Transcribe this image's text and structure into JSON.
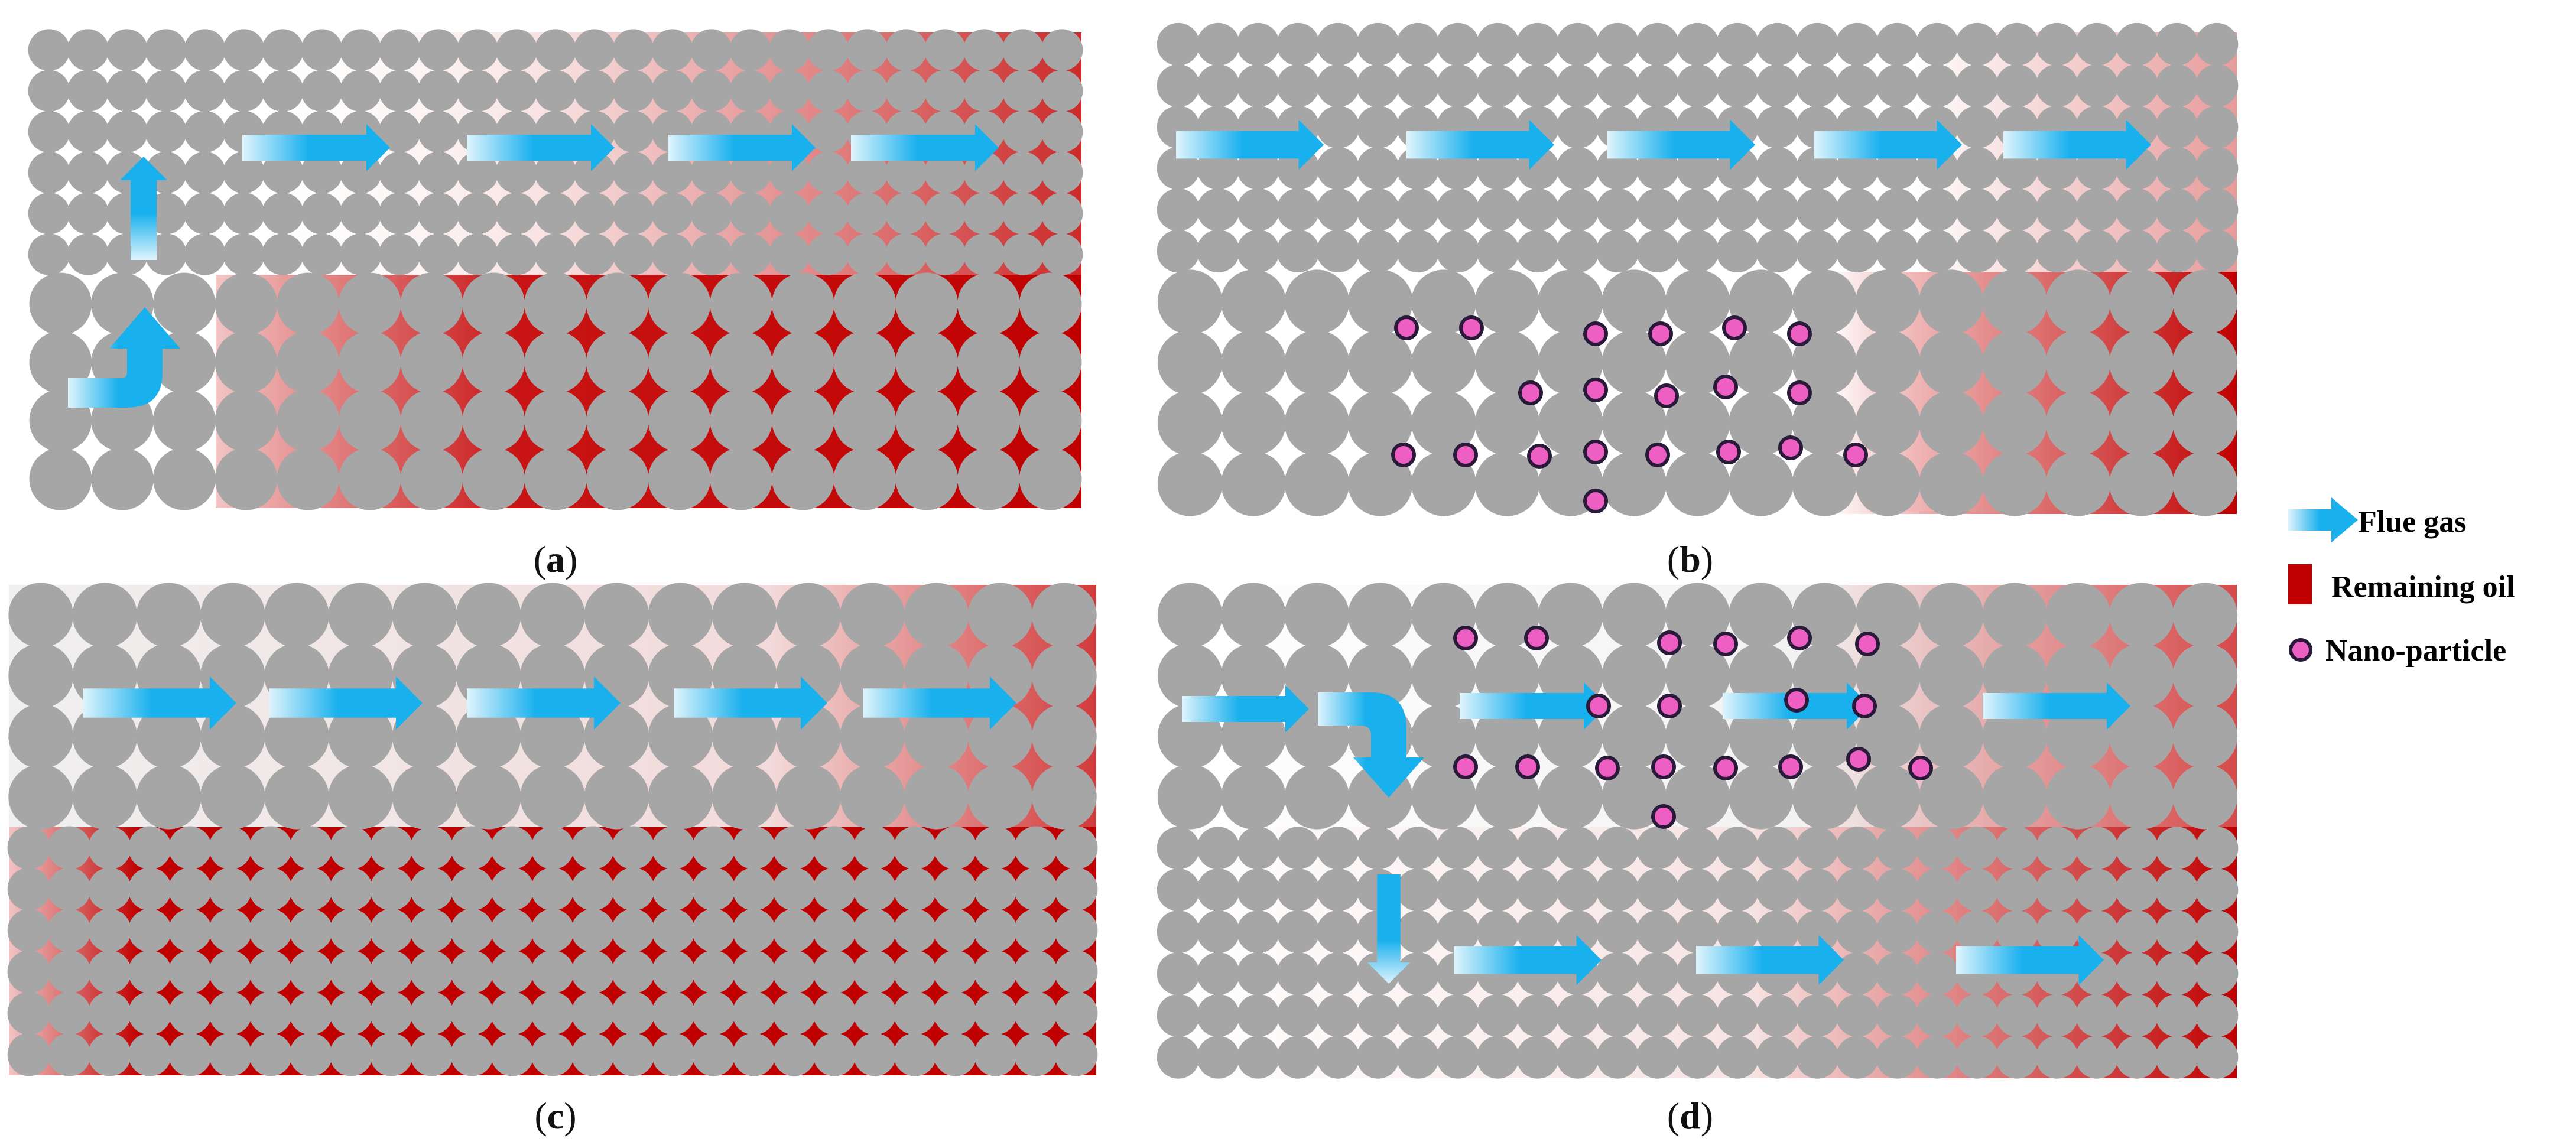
{
  "colors": {
    "grain": "#a6a6a6",
    "oil": "#c00000",
    "flue_gas": "#19b0ee",
    "flue_gas_light": "#dff4fc",
    "nano_fill": "#ee5fc4",
    "nano_stroke": "#2a1a3a",
    "background": "#ffffff",
    "pore_light": "#f0f0f0"
  },
  "panels": [
    {
      "id": "a",
      "label_open": "(",
      "label_letter": "a",
      "label_close": ")"
    },
    {
      "id": "b",
      "label_open": "(",
      "label_letter": "b",
      "label_close": ")"
    },
    {
      "id": "c",
      "label_open": "(",
      "label_letter": "c",
      "label_close": ")"
    },
    {
      "id": "d",
      "label_open": "(",
      "label_letter": "d",
      "label_close": ")"
    }
  ],
  "legend": {
    "items": [
      {
        "symbol": "flue-gas-arrow",
        "label": "Flue gas"
      },
      {
        "symbol": "oil-swatch",
        "label": "Remaining oil"
      },
      {
        "symbol": "nano-particle-dot",
        "label": "Nano-particle"
      }
    ]
  }
}
